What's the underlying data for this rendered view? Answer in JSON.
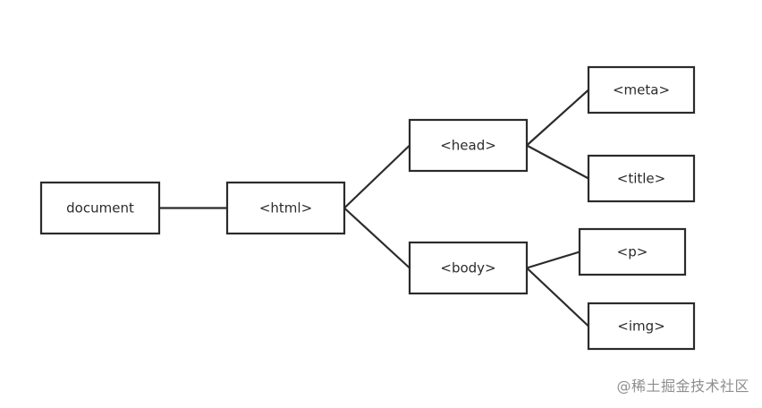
{
  "diagram": {
    "nodes": [
      {
        "id": "document",
        "label": "document"
      },
      {
        "id": "html",
        "label": "<html>"
      },
      {
        "id": "head",
        "label": "<head>"
      },
      {
        "id": "body",
        "label": "<body>"
      },
      {
        "id": "meta",
        "label": "<meta>"
      },
      {
        "id": "title",
        "label": "<title>"
      },
      {
        "id": "p",
        "label": "<p>"
      },
      {
        "id": "img",
        "label": "<img>"
      }
    ],
    "edges": [
      [
        "document",
        "html"
      ],
      [
        "html",
        "head"
      ],
      [
        "html",
        "body"
      ],
      [
        "head",
        "meta"
      ],
      [
        "head",
        "title"
      ],
      [
        "body",
        "p"
      ],
      [
        "body",
        "img"
      ]
    ],
    "colors": {
      "stroke": "#2b2b2b",
      "text": "#2b2b2b",
      "watermark": "#8e8e8e"
    }
  },
  "watermark": "@稀土掘金技术社区"
}
